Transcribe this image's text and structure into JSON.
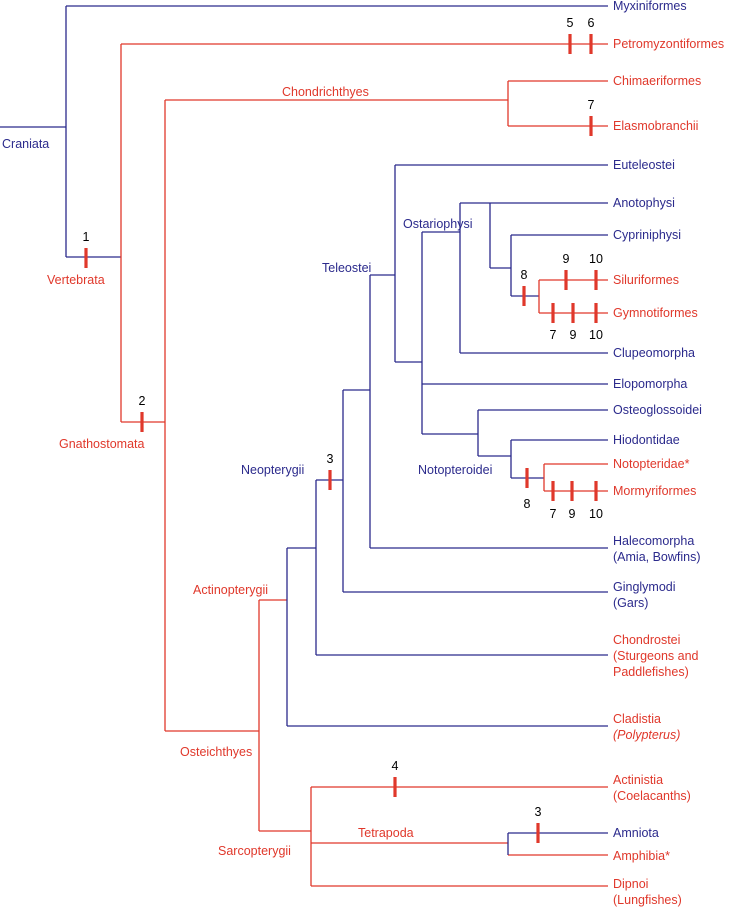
{
  "taxa": {
    "myxiniformes": "Myxiniformes",
    "petromyzontiformes": "Petromyzontiformes",
    "chimaeriformes": "Chimaeriformes",
    "elasmobranchii": "Elasmobranchii",
    "euteleostei": "Euteleostei",
    "anotophysi": "Anotophysi",
    "cypriniphysi": "Cypriniphysi",
    "siluriformes": "Siluriformes",
    "gymnotiformes": "Gymnotiformes",
    "clupeomorpha": "Clupeomorpha",
    "elopomorpha": "Elopomorpha",
    "osteoglossoidei": "Osteoglossoidei",
    "hiodontidae": "Hiodontidae",
    "notopteridae": "Notopteridae*",
    "mormyriformes": "Mormyriformes",
    "halecomorpha_1": "Halecomorpha",
    "halecomorpha_2": "(Amia, Bowfins)",
    "ginglymodi_1": "Ginglymodi",
    "ginglymodi_2": "(Gars)",
    "chondrostei_1": "Chondrostei",
    "chondrostei_2": "(Sturgeons and",
    "chondrostei_3": "Paddlefishes)",
    "cladistia_1": "Cladistia",
    "cladistia_2": "(Polypterus)",
    "actinistia_1": "Actinistia",
    "actinistia_2": "(Coelacanths)",
    "amniota": "Amniota",
    "amphibia": "Amphibia*",
    "dipnoi_1": "Dipnoi",
    "dipnoi_2": "(Lungfishes)"
  },
  "clades": {
    "craniata": "Craniata",
    "vertebrata": "Vertebrata",
    "gnathostomata": "Gnathostomata",
    "chondrichthyes": "Chondrichthyes",
    "osteichthyes": "Osteichthyes",
    "actinopterygii": "Actinopterygii",
    "sarcopterygii": "Sarcopterygii",
    "tetrapoda": "Tetrapoda",
    "neopterygii": "Neopterygii",
    "teleostei": "Teleostei",
    "ostariophysi": "Ostariophysi",
    "notopteroidei": "Notopteroidei"
  },
  "markers": {
    "m1": "1",
    "m2": "2",
    "m3a": "3",
    "m3b": "3",
    "m4": "4",
    "m5": "5",
    "m6": "6",
    "m7a": "7",
    "m8a": "8",
    "m9a": "9",
    "m10a": "10",
    "m7b": "7",
    "m9b": "9",
    "m10b": "10",
    "m8b": "8",
    "m7c": "7",
    "m9c": "9",
    "m10c": "10"
  },
  "colors": {
    "blue": "#2b2a8c",
    "red": "#e0382b",
    "marker": "#e0382b"
  }
}
